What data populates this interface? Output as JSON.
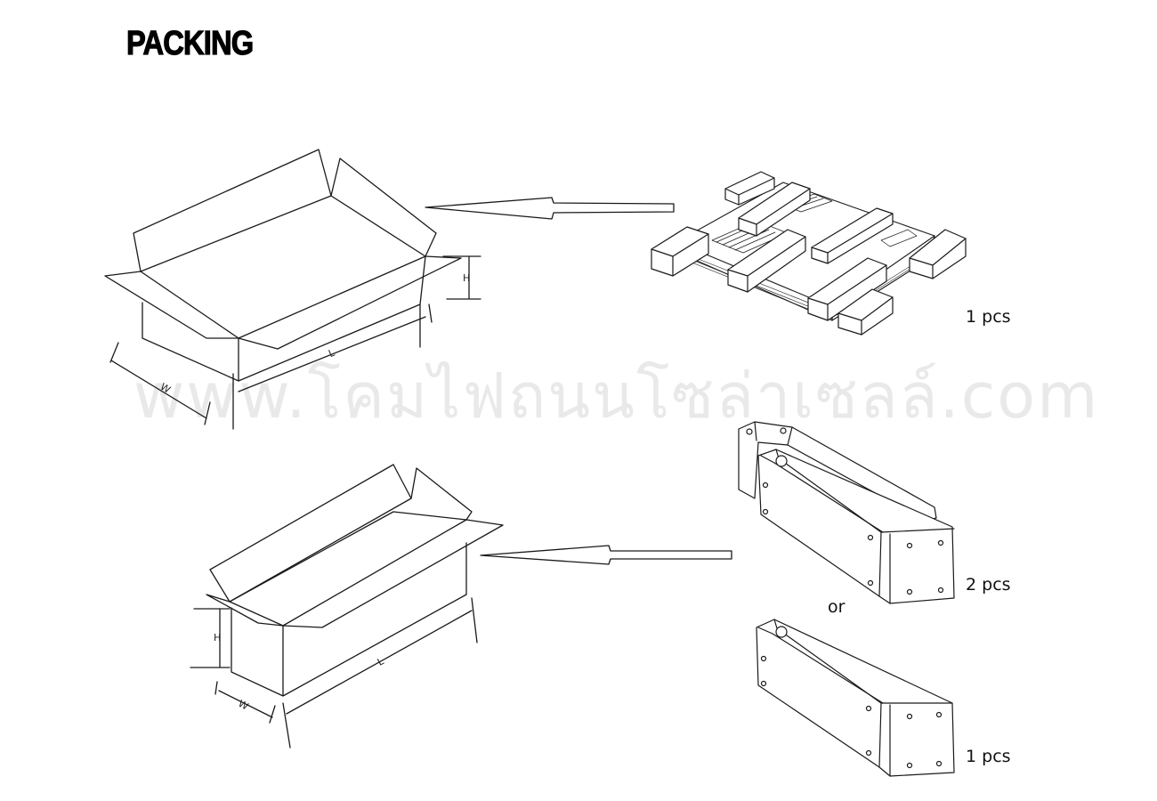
{
  "title": "PACKING",
  "watermark": "www.โคมไฟถนนโซล่าเซลล์.com",
  "labels": {
    "top_quantity": "1 pcs",
    "mid_quantity": "2 pcs",
    "or_text": "or",
    "bottom_quantity": "1 pcs"
  },
  "dimension_labels": {
    "height": "H",
    "length": "L",
    "width": "W"
  },
  "icons": [
    "open-carton-box",
    "led-module-with-foam-corners",
    "long-carton-box",
    "lamp-housing"
  ]
}
